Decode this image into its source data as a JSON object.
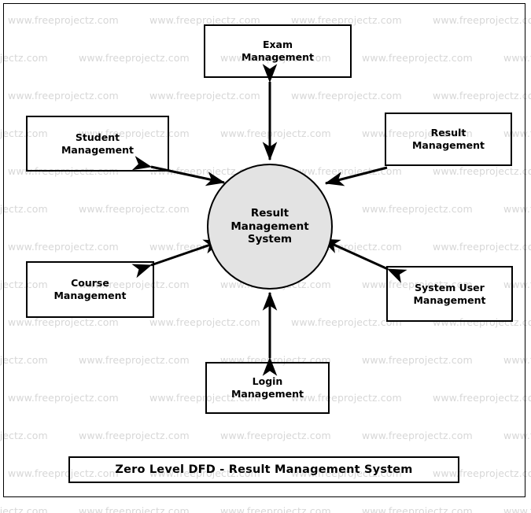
{
  "diagram": {
    "title": "Zero Level DFD - Result Management System",
    "type": "data-flow-diagram",
    "level": "Zero Level",
    "process": {
      "id": "result-management-system",
      "label": "Result\nManagement\nSystem",
      "label_lines": [
        "Result",
        "Management",
        "System"
      ],
      "shape": "circle",
      "fill": "#e3e3e3",
      "stroke": "#000000"
    },
    "entities": [
      {
        "id": "exam-management",
        "label_lines": [
          "Exam",
          "Management"
        ],
        "position": "top",
        "flow": "bidirectional"
      },
      {
        "id": "student-management",
        "label_lines": [
          "Student",
          "Management"
        ],
        "position": "top-left",
        "flow": "bidirectional"
      },
      {
        "id": "result-management",
        "label_lines": [
          "Result",
          "Management"
        ],
        "position": "top-right",
        "flow": "inbound"
      },
      {
        "id": "course-management",
        "label_lines": [
          "Course",
          "Management"
        ],
        "position": "bottom-left",
        "flow": "bidirectional"
      },
      {
        "id": "system-user-management",
        "label_lines": [
          "System User",
          "Management"
        ],
        "position": "bottom-right",
        "flow": "bidirectional"
      },
      {
        "id": "login-management",
        "label_lines": [
          "Login",
          "Management"
        ],
        "position": "bottom",
        "flow": "bidirectional"
      }
    ],
    "caption": "Zero Level DFD - Result Management System",
    "colors": {
      "stroke": "#000000",
      "process_fill": "#e3e3e3",
      "background": "#ffffff",
      "watermark": "#d7d7d7"
    }
  },
  "watermark": {
    "text": "www.freeprojectz.com"
  },
  "labels": {
    "exam_l1": "Exam",
    "exam_l2": "Management",
    "student_l1": "Student",
    "student_l2": "Management",
    "result_l1": "Result",
    "result_l2": "Management",
    "course_l1": "Course",
    "course_l2": "Management",
    "sysuser_l1": "System User",
    "sysuser_l2": "Management",
    "login_l1": "Login",
    "login_l2": "Management",
    "process_l1": "Result",
    "process_l2": "Management",
    "process_l3": "System",
    "caption": "Zero Level DFD - Result Management System"
  }
}
